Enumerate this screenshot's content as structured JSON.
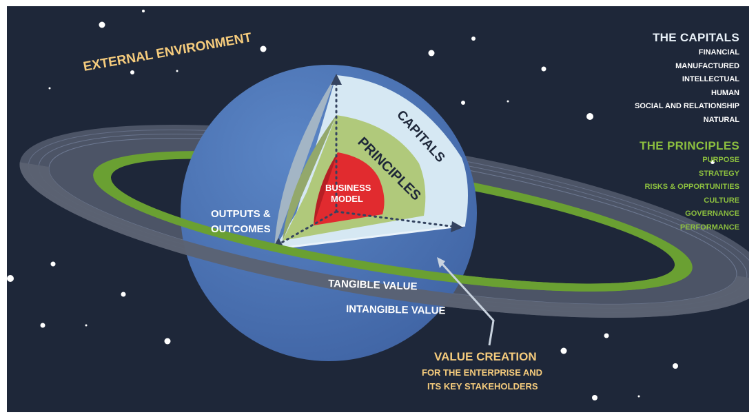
{
  "diagram": {
    "external_environment": "EXTERNAL ENVIRONMENT",
    "capitals_label": "CAPITALS",
    "principles_label": "PRINCIPLES",
    "business_model_line1": "BUSINESS",
    "business_model_line2": "MODEL",
    "outputs_line1": "OUTPUTS &",
    "outputs_line2": "OUTCOMES",
    "tangible_value": "TANGIBLE VALUE",
    "intangible_value": "INTANGIBLE VALUE",
    "value_creation_title": "VALUE CREATION",
    "value_creation_line1": "FOR THE ENTERPRISE AND",
    "value_creation_line2": "ITS KEY STAKEHOLDERS"
  },
  "capitals": {
    "title": "THE CAPITALS",
    "items": [
      "FINANCIAL",
      "MANUFACTURED",
      "INTELLECTUAL",
      "HUMAN",
      "SOCIAL AND RELATIONSHIP",
      "NATURAL"
    ]
  },
  "principles": {
    "title": "THE PRINCIPLES",
    "items": [
      "PURPOSE",
      "STRATEGY",
      "RISKS & OPPORTUNITIES",
      "CULTURE",
      "GOVERNANCE",
      "PERFORMANCE"
    ]
  },
  "colors": {
    "background": "#1e2739",
    "planet": "#4a72b4",
    "capitals_layer": "#d6e8f3",
    "principles_layer": "#b0c97b",
    "core": "#e12b2f",
    "tangible_ring": "#6aa032",
    "intangible_ring": "#5b6272",
    "accent_yellow": "#f6cc7d",
    "principles_green": "#8dc03f"
  }
}
